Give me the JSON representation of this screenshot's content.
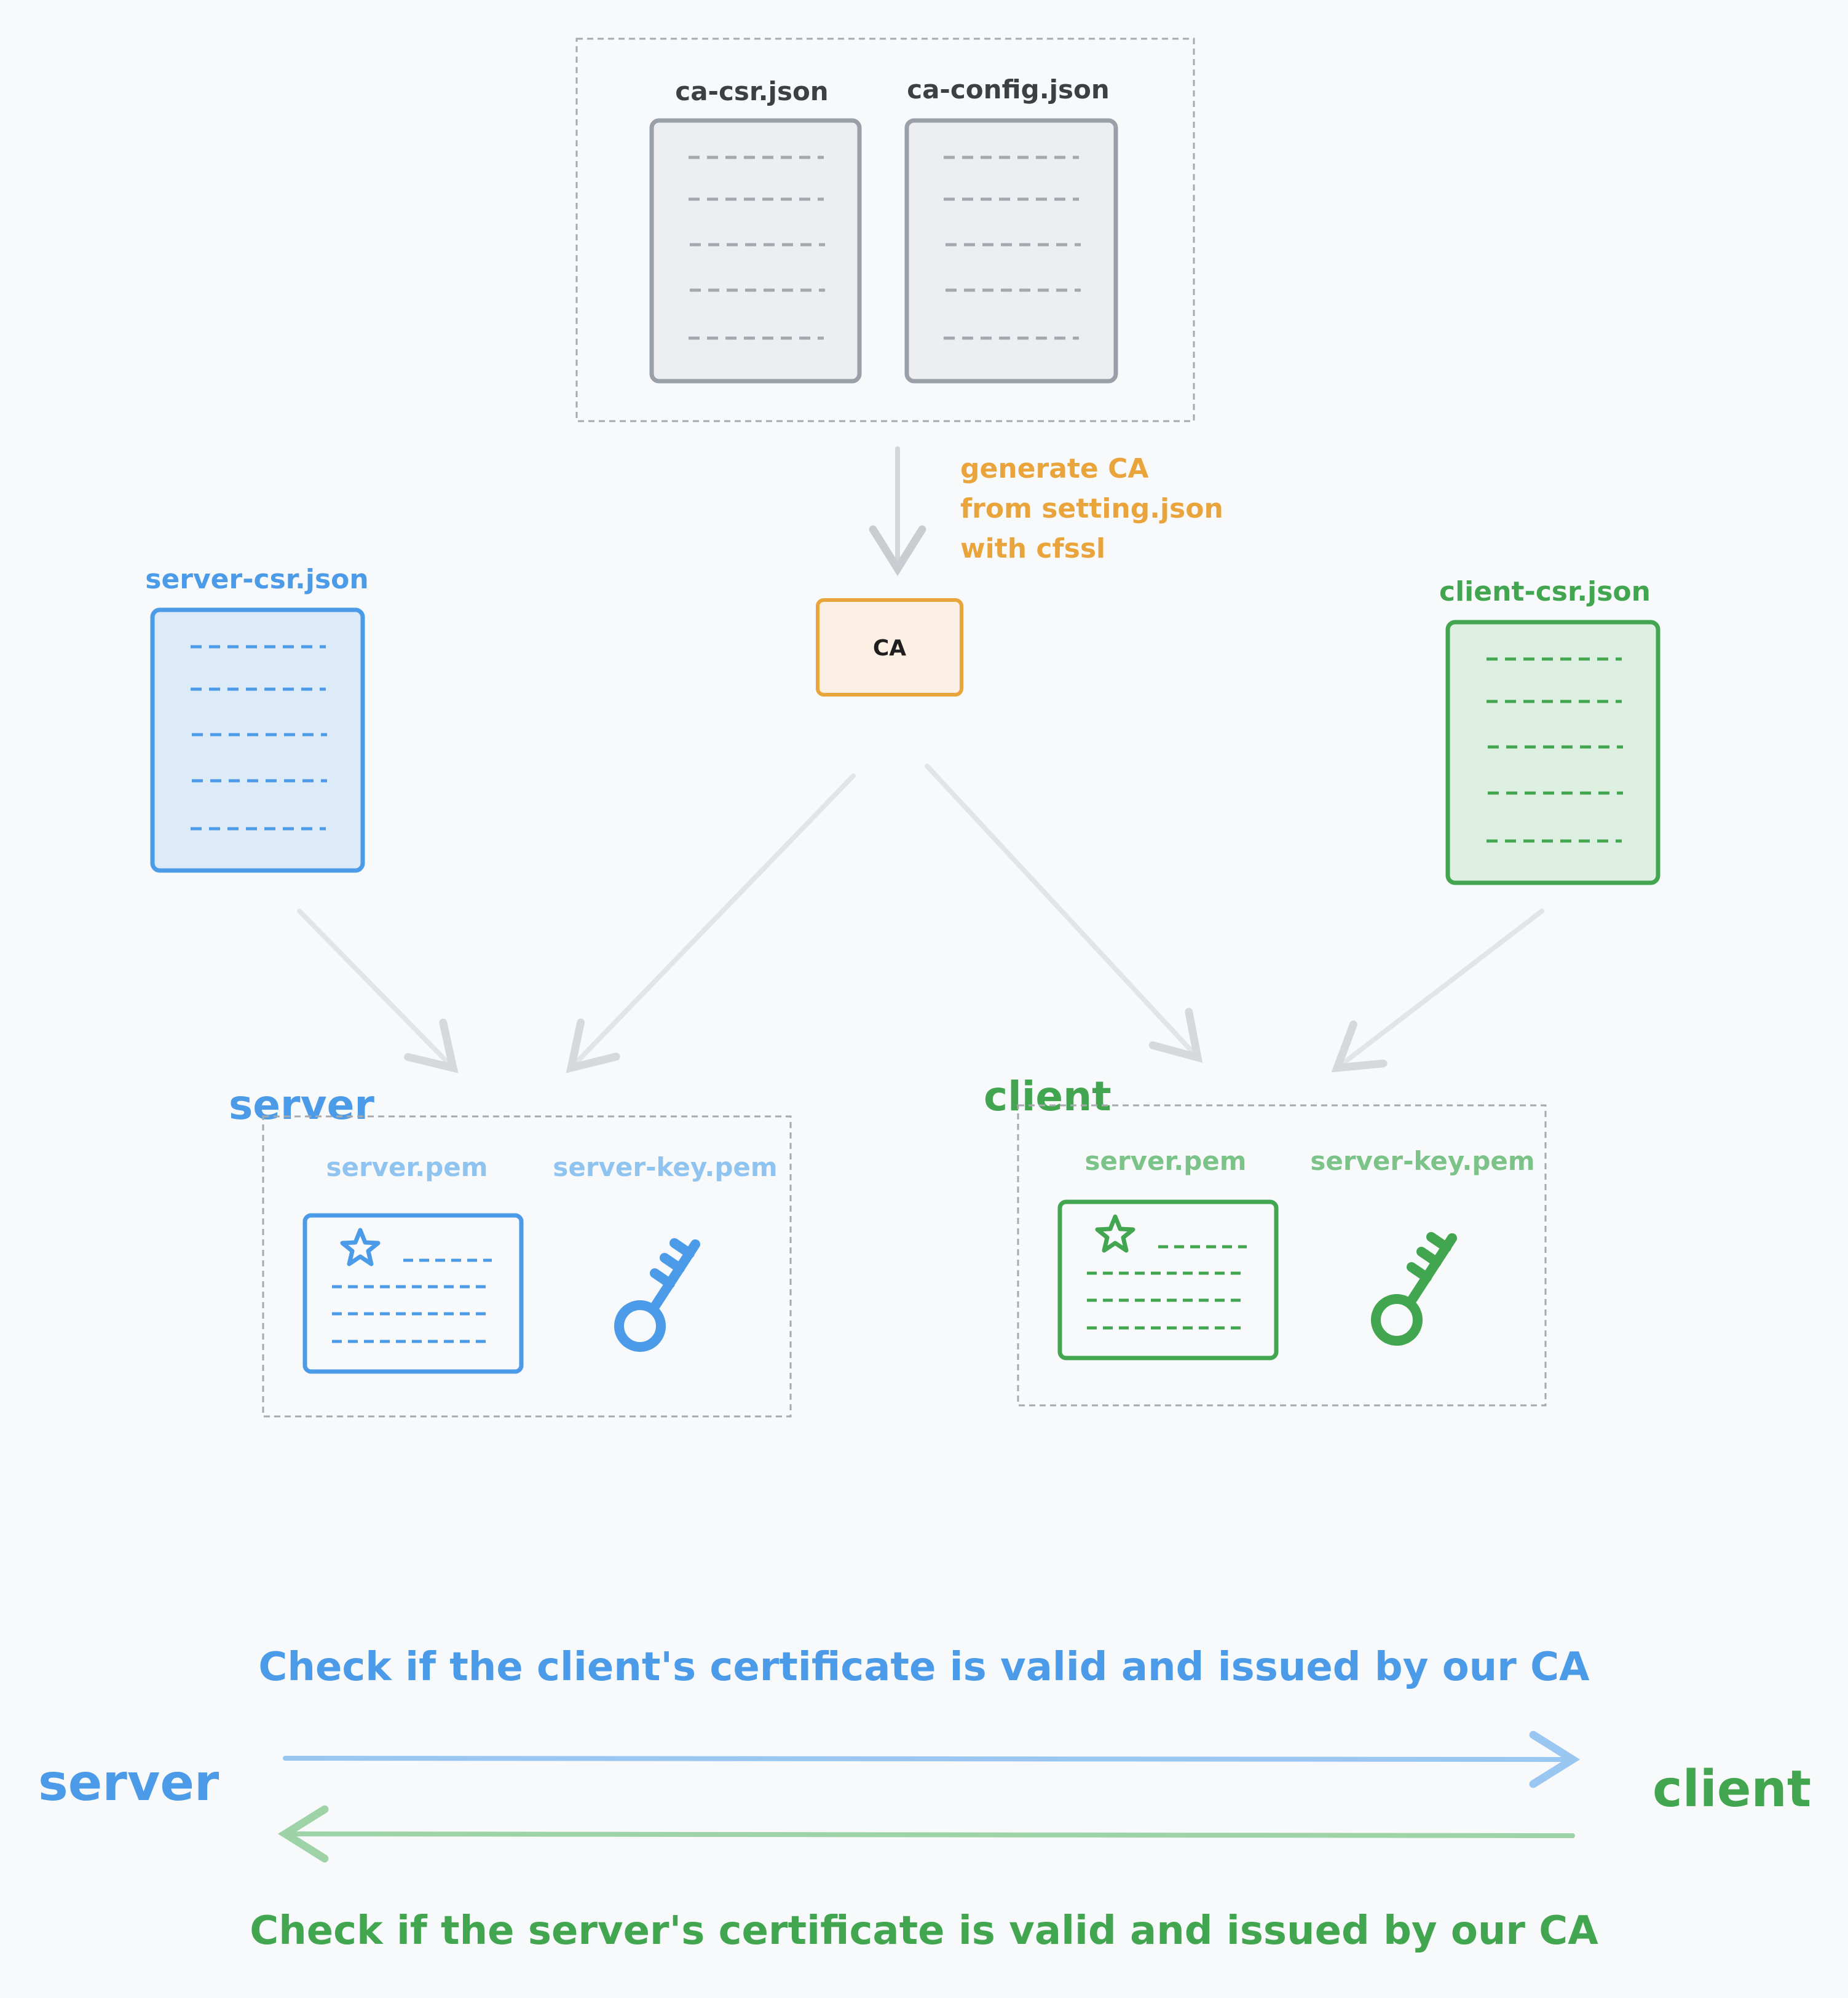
{
  "top_group": {
    "files": [
      {
        "label": "ca-csr.json"
      },
      {
        "label": "ca-config.json"
      }
    ]
  },
  "ca_step": {
    "note_lines": [
      "generate CA",
      "from setting.json",
      "with cfssl"
    ],
    "box_label": "CA"
  },
  "server_csr": {
    "label": "server-csr.json"
  },
  "client_csr": {
    "label": "client-csr.json"
  },
  "server_group": {
    "title": "server",
    "cert_label": "server.pem",
    "key_label": "server-key.pem"
  },
  "client_group": {
    "title": "client",
    "cert_label": "server.pem",
    "key_label": "server-key.pem"
  },
  "exchange": {
    "left_party": "server",
    "right_party": "client",
    "server_to_client_caption": "Check if the client's certificate is valid and issued by our CA",
    "client_to_server_caption": "Check if the server's certificate is valid and issued by our CA"
  },
  "colors": {
    "blue": "#4b9be8",
    "green": "#42a550",
    "orange": "#eaa43c",
    "gray_doc": "#9aa0a8",
    "arrow_gray": "#e2e4e7"
  },
  "icons": [
    "document-icon",
    "certificate-icon",
    "star-icon",
    "key-icon",
    "arrow-icon"
  ]
}
